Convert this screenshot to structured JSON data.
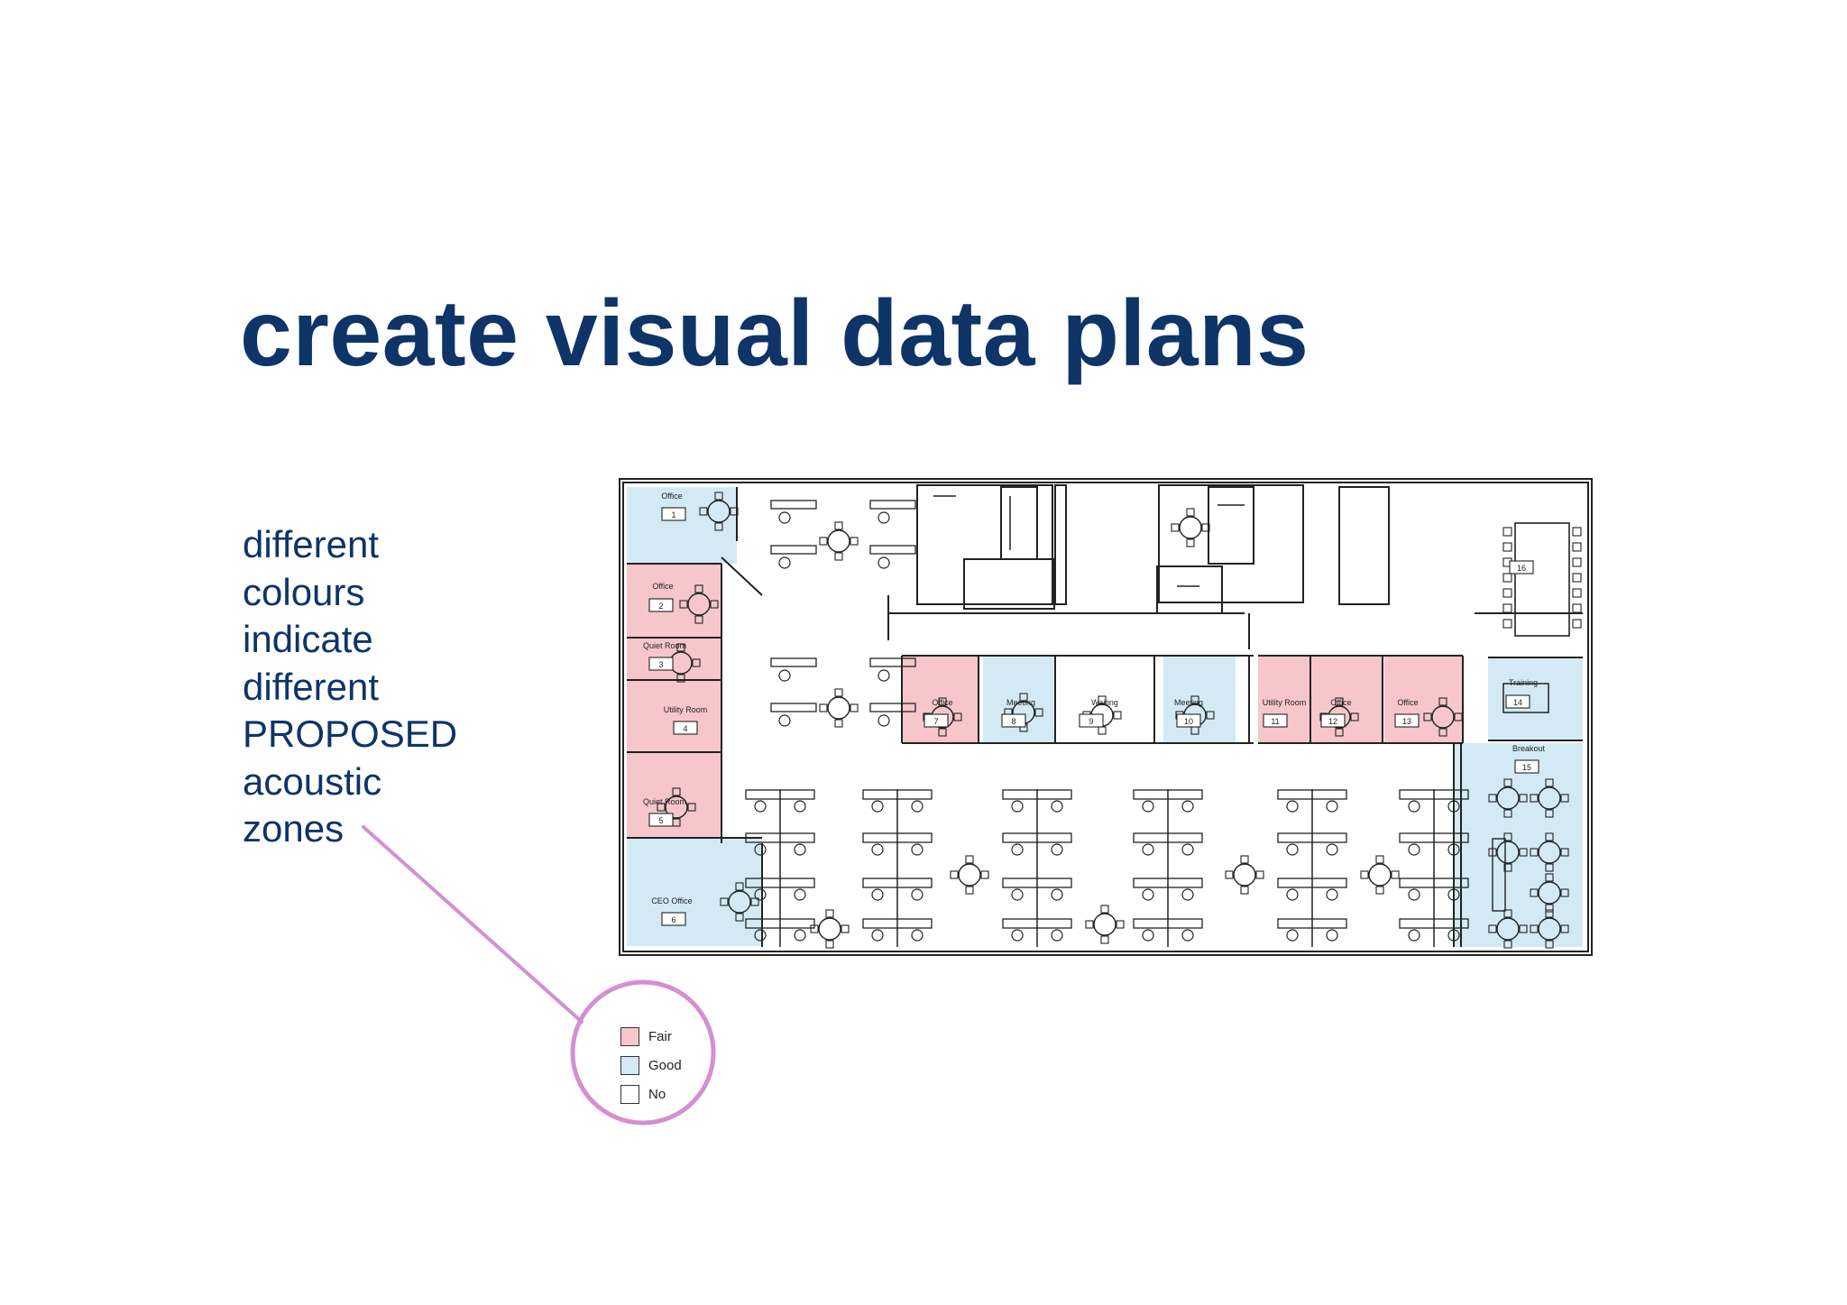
{
  "slide": {
    "title": "create visual data plans",
    "description_lines": [
      "different",
      "colours",
      "indicate",
      "different",
      "PROPOSED",
      "acoustic",
      "zones"
    ]
  },
  "colors": {
    "title": "#0e3468",
    "fair": "#f6c6ca",
    "good": "#d3eaf4",
    "no": "#ffffff",
    "callout": "#d58fd1",
    "line": "#222222"
  },
  "legend": [
    {
      "label": "Fair",
      "zone": "fair"
    },
    {
      "label": "Good",
      "zone": "good"
    },
    {
      "label": "No",
      "zone": "no"
    }
  ],
  "rooms": [
    {
      "label": "Office",
      "number": "1",
      "zone": "good"
    },
    {
      "label": "Office",
      "number": "2",
      "zone": "fair"
    },
    {
      "label": "Quiet Room",
      "number": "3",
      "zone": "fair"
    },
    {
      "label": "Utility Room",
      "number": "4",
      "zone": "fair"
    },
    {
      "label": "Quiet Room",
      "number": "5",
      "zone": "fair"
    },
    {
      "label": "CEO Office",
      "number": "6",
      "zone": "good"
    },
    {
      "label": "Office",
      "number": "7",
      "zone": "fair"
    },
    {
      "label": "Meeting",
      "number": "8",
      "zone": "good"
    },
    {
      "label": "Waiting",
      "number": "9",
      "zone": "no"
    },
    {
      "label": "Meeting",
      "number": "10",
      "zone": "good"
    },
    {
      "label": "Utility Room",
      "number": "11",
      "zone": "fair"
    },
    {
      "label": "Office",
      "number": "12",
      "zone": "fair"
    },
    {
      "label": "Office",
      "number": "13",
      "zone": "fair"
    },
    {
      "label": "Training",
      "number": "14",
      "zone": "good"
    },
    {
      "label": "Breakout",
      "number": "15",
      "zone": "good"
    },
    {
      "label": "",
      "number": "16",
      "zone": "no"
    }
  ]
}
